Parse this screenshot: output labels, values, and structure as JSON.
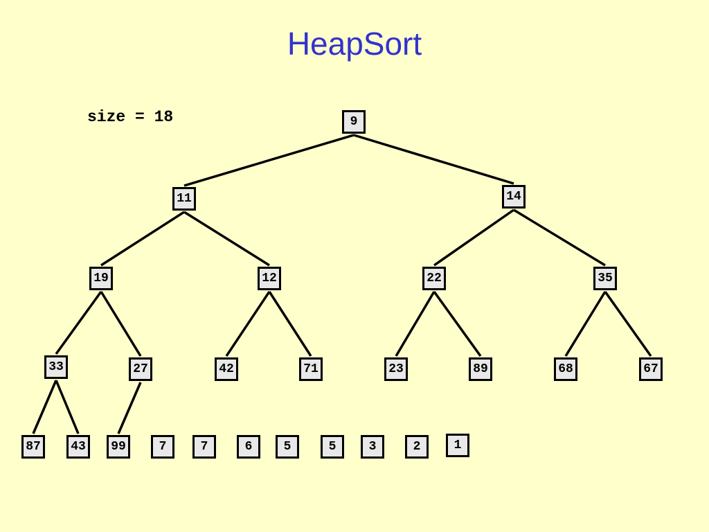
{
  "title": "HeapSort",
  "size_label": "size = 18",
  "tree": {
    "n0": "9",
    "n1": "11",
    "n2": "14",
    "n3": "19",
    "n4": "12",
    "n5": "22",
    "n6": "35",
    "n7": "33",
    "n8": "27",
    "n9": "42",
    "n10": "71",
    "n11": "23",
    "n12": "89",
    "n13": "68",
    "n14": "67",
    "n15": "87",
    "n16": "43",
    "n17": "99"
  },
  "sorted": [
    "7",
    "7",
    "6",
    "5",
    "5",
    "3",
    "2",
    "1"
  ],
  "edges": [
    [
      "n0",
      "n1"
    ],
    [
      "n0",
      "n2"
    ],
    [
      "n1",
      "n3"
    ],
    [
      "n1",
      "n4"
    ],
    [
      "n2",
      "n5"
    ],
    [
      "n2",
      "n6"
    ],
    [
      "n3",
      "n7"
    ],
    [
      "n3",
      "n8"
    ],
    [
      "n4",
      "n9"
    ],
    [
      "n4",
      "n10"
    ],
    [
      "n5",
      "n11"
    ],
    [
      "n5",
      "n12"
    ],
    [
      "n6",
      "n13"
    ],
    [
      "n6",
      "n14"
    ],
    [
      "n7",
      "n15"
    ],
    [
      "n7",
      "n16"
    ],
    [
      "n8",
      "n17"
    ]
  ]
}
